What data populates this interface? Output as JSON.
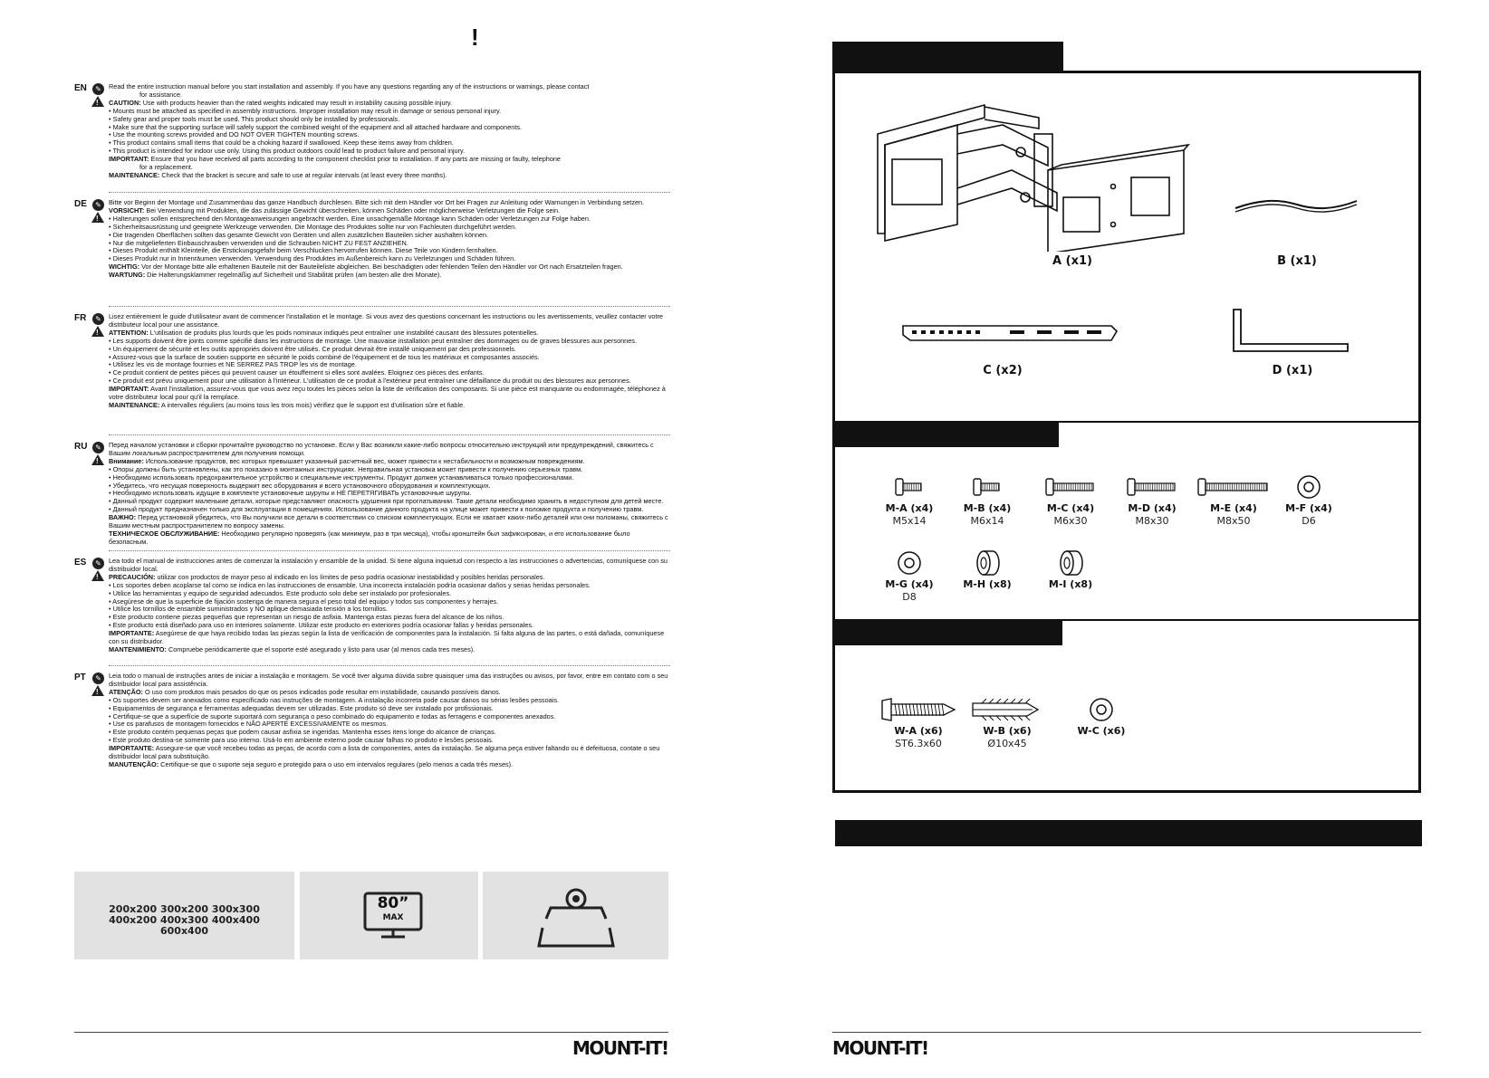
{
  "warnings_title": "!",
  "languages": [
    {
      "code": "EN",
      "paragraphs": [
        {
          "text": "Read the entire instruction manual before you start installation and assembly. If you have any questions regarding any of the instructions or warnings, please contact"
        },
        {
          "text": "for assistance.",
          "indent": true
        },
        {
          "label": "CAUTION:",
          "text": " Use with products heavier than the rated weights indicated may result in instability causing possible injury."
        },
        {
          "text": "• Mounts must be attached as specified in assembly instructions. Improper installation may result in damage or serious personal injury."
        },
        {
          "text": "• Safety gear and proper tools must be used. This product should only be installed by professionals."
        },
        {
          "text": "• Make sure that the supporting surface will safely support the combined weight of the equipment and all attached hardware and components."
        },
        {
          "text": "• Use the mounting screws provided and DO NOT OVER TIGHTEN mounting screws."
        },
        {
          "text": "• This product contains small items that could be a choking hazard if swallowed. Keep these items away from children."
        },
        {
          "text": "• This product is intended for indoor use only. Using this product outdoors could lead to product failure and personal injury."
        },
        {
          "label": "IMPORTANT:",
          "text": " Ensure that you have received all parts according to the component checklist prior to installation. If any parts are missing or faulty, telephone"
        },
        {
          "text": "for a replacement.",
          "indent": true
        },
        {
          "label": "MAINTENANCE:",
          "text": " Check that the bracket is secure and safe to use at regular intervals (at least every three months)."
        }
      ]
    },
    {
      "code": "DE",
      "paragraphs": [
        {
          "text": "Bitte vor Beginn der Montage und Zusammenbau das ganze Handbuch durchlesen. Bitte sich mit dem Händler vor Ort bei Fragen zur Anleitung oder Warnungen in Verbindung setzen."
        },
        {
          "label": "VORSICHT:",
          "text": " Bei Verwendung mit Produkten, die das zulässige Gewicht überschreiten, können Schäden oder möglicherweise Verletzungen die Folge sein."
        },
        {
          "text": "• Halterungen sollen entsprechend den Montageanweisungen angebracht werden. Eine unsachgemäße Montage kann Schäden oder Verletzungen zur Folge haben."
        },
        {
          "text": "• Sicherheitsausrüstung und geeignete Werkzeuge verwenden. Die Montage des Produktes sollte nur von Fachleuten durchgeführt werden."
        },
        {
          "text": "• Die tragenden Oberflächen sollten das gesamte Gewicht von Geräten und allen zusätzlichen Bauteilen sicher aushalten können."
        },
        {
          "text": "• Nur die mitgelieferten Einbauschrauben verwenden und die Schrauben NICHT ZU FEST ANZIEHEN."
        },
        {
          "text": "• Dieses Produkt enthält Kleinteile, die Erstickungsgefahr beim Verschlucken hervorrufen können. Diese Teile von Kindern fernhalten."
        },
        {
          "text": "• Dieses Produkt nur in Innenräumen verwenden. Verwendung des Produktes im Außenbereich kann zu Verletzungen und Schäden führen."
        },
        {
          "label": "WICHTIG:",
          "text": " Vor der Montage bitte alle erhaltenen Bauteile mit der Bauteileliste abgleichen. Bei beschädigten oder fehlenden Teilen den Händler vor Ort nach Ersatzteilen fragen."
        },
        {
          "label": "WARTUNG:",
          "text": " Die Halterungsklammer regelmäßig auf Sicherheit und Stabilität prüfen (am besten alle drei Monate)."
        }
      ]
    },
    {
      "code": "FR",
      "paragraphs": [
        {
          "text": "Lisez entièrement le guide d'utilisateur avant de commencer l'installation et le montage. Si vous avez des questions concernant les instructions ou les avertissements, veuillez contacter votre distributeur local pour une assistance."
        },
        {
          "label": "ATTENTION:",
          "text": " L'utilisation de produits plus lourds que les poids nominaux indiqués peut entraîner une instabilité causant des blessures potentielles."
        },
        {
          "text": "• Les supports doivent être joints comme spécifié dans les instructions de montage. Une mauvaise installation peut entraîner des dommages ou de graves blessures aux personnes."
        },
        {
          "text": "• Un équipement de sécurité et les outils appropriés doivent être utilisés. Ce produit devrait être installé uniquement par des professionnels."
        },
        {
          "text": "• Assurez-vous que la surface de soutien supporte en sécurité le poids combiné de l'équipement et de tous les matériaux et composantes associés."
        },
        {
          "text": "• Utilisez les vis de montage fournies et NE SERREZ PAS TROP les vis de montage."
        },
        {
          "text": "• Ce produit contient de petites pièces qui peuvent causer un étouffement si elles sont avalées. Eloignez ces pièces des enfants."
        },
        {
          "text": "• Ce produit est prévu uniquement pour une utilisation à l'intérieur. L'utilisation de ce produit à l'extérieur peut entraîner une défaillance du produit ou des blessures aux personnes."
        },
        {
          "label": "IMPORTANT:",
          "text": " Avant l'installation, assurez-vous que vous avez reçu toutes les pièces selon la liste de vérification des composants. Si une pièce est manquante ou endommagée, téléphonez à votre distributeur local pour qu'il la remplace."
        },
        {
          "label": "MAINTENANCE:",
          "text": " A intervalles réguliers (au moins tous les trois mois) vérifiez que le support est d'utilisation sûre et fiable."
        }
      ]
    },
    {
      "code": "RU",
      "paragraphs": [
        {
          "text": "Перед началом установки и сборки прочитайте руководство по установке. Если у Вас возникли какие-либо вопросы относительно инструкций или предупреждений, свяжитесь с Вашим локальным распространителем для получения помощи."
        },
        {
          "label": "Внимание:",
          "text": " Использование продуктов, вес которых превышает указанный расчетный вес, может привести к нестабильности и возможным повреждениям."
        },
        {
          "text": "• Опоры должны быть установлены, как это показано в монтажных инструкциях. Неправильная установка может привести к получению серьезных травм."
        },
        {
          "text": "• Необходимо использовать предохранительное устройство и специальные инструменты. Продукт должен устанавливаться только профессионалами."
        },
        {
          "text": "• Убедитесь, что несущая поверхность выдержит вес оборудования и всего установочного оборудования и комплектующих."
        },
        {
          "text": "• Необходимо использовать идущие в комплекте установочные шурупы и НЕ ПЕРЕТЯГИВАТЬ установочные шурупы."
        },
        {
          "text": "• Данный продукт содержит маленькие детали, которые представляют опасность удушения при проглатывании. Такие детали необходимо хранить в недоступном для детей месте."
        },
        {
          "text": "• Данный продукт предназначен только для эксплуатации в помещениях. Использование данного продукта на улице может привести к поломке продукта и получению травм."
        },
        {
          "label": "ВАЖНО:",
          "text": " Перед установкой убедитесь, что Вы получили все детали в соответствии со списком комплектующих. Если не хватает каких-либо деталей или они поломаны, свяжитесь с Вашим местным распространителем по вопросу замены."
        },
        {
          "label": "ТЕХНИЧЕСКОЕ ОБСЛУЖИВАНИЕ:",
          "text": " Необходимо регулярно проверять (как минимум, раз в три месяца), чтобы кронштейн был зафиксирован, и его использование было безопасным."
        }
      ]
    },
    {
      "code": "ES",
      "paragraphs": [
        {
          "text": "Lea todo el manual de instrucciones antes de comenzar la instalación y ensamble de la unidad. Si tiene alguna inquietud con respecto a las instrucciones o advertencias, comuníquese con su distribuidor local."
        },
        {
          "label": "PRECAUCIÓN:",
          "text": " utilizar con productos de mayor peso al indicado en los límites de peso podría ocasionar inestabilidad y posibles heridas personales."
        },
        {
          "text": "• Los soportes deben acoplarse tal como se indica en las instrucciones de ensamble. Una incorrecta instalación podría ocasionar daños y serias heridas personales."
        },
        {
          "text": "• Utilice las herramientas y equipo de seguridad adecuados. Este producto solo debe ser instalado por profesionales."
        },
        {
          "text": "• Asegúrese de que la superficie de fijación sostenga de manera segura el peso total del equipo y todos sus componentes y herrajes."
        },
        {
          "text": "• Utilice los tornillos de ensamble suministrados y NO aplique demasiada tensión a los tornillos."
        },
        {
          "text": "• Este producto contiene piezas pequeñas que representan un riesgo de asfixia. Mantenga estas piezas fuera del alcance de los niños."
        },
        {
          "text": "• Este producto está diseñado para uso en interiores solamente. Utilizar este producto en exteriores podría ocasionar fallas y heridas personales."
        },
        {
          "label": "IMPORTANTE:",
          "text": " Asegúrese de que haya recibido todas las piezas según la lista de verificación de componentes para la instalación. Si falta alguna de las partes, o está dañada, comuníquese con su distribuidor."
        },
        {
          "label": "MANTENIMIENTO:",
          "text": " Compruebe periódicamente que el soporte esté asegurado y listo para usar (al menos cada tres meses)."
        }
      ]
    },
    {
      "code": "PT",
      "paragraphs": [
        {
          "text": "Leia todo o manual de instruções antes de iniciar a instalação e montagem. Se você tiver alguma dúvida sobre quaisquer uma das instruções ou avisos, por favor, entre em contato com o seu distribuidor local para assistência."
        },
        {
          "label": "ATENÇÃO:",
          "text": " O uso com produtos mais pesados do que os pesos indicados pode resultar em instabilidade, causando possíveis danos."
        },
        {
          "text": "• Os suportes devem ser anexados como especificado nas instruções de montagem. A instalação incorreta pode causar danos ou sérias lesões pessoais."
        },
        {
          "text": "• Equipamentos de segurança e ferramentas adequadas devem ser utilizadas. Este produto só deve ser instalado por profissionais."
        },
        {
          "text": "• Certifique-se que a superfície de suporte suportará com segurança o peso combinado do equipamento e todas as ferragens e componentes anexados."
        },
        {
          "text": "• Use os parafusos de montagem fornecidos e NÃO APERTE EXCESSIVAMENTE os mesmos."
        },
        {
          "text": "• Este produto contém pequenas peças que podem causar asfixia se ingeridas. Mantenha esses itens longe do alcance de crianças."
        },
        {
          "text": "• Este produto destina-se somente para uso interno. Usá-lo em ambiente externo pode causar falhas no produto e lesões pessoais."
        },
        {
          "label": "IMPORTANTE:",
          "text": " Assegure-se que você recebeu todas as peças, de acordo com a lista de componentes, antes da instalação. Se alguma peça estiver faltando ou é defeituosa, contate o seu distribuidor local para substituição."
        },
        {
          "label": "MANUTENÇÃO:",
          "text": " Certifique-se que o suporte seja seguro e protegido para o uso em intervalos regulares (pelo menos a cada três meses)."
        }
      ]
    }
  ],
  "specs": {
    "vesa_lines": [
      "200x200 300x200 300x300",
      "400x200 400x300 400x400",
      "600x400"
    ],
    "screen_size": "80”",
    "screen_max": "MAX"
  },
  "logo_text": "MOUNT-IT!",
  "parts": [
    {
      "label": "A (x1)"
    },
    {
      "label": "B (x1)"
    },
    {
      "label": "C (x2)"
    },
    {
      "label": "D (x1)"
    }
  ],
  "monitor_hardware": [
    {
      "label": "M-A (x4)",
      "size": "M5x14",
      "kind": "bolt",
      "length": 10
    },
    {
      "label": "M-B (x4)",
      "size": "M6x14",
      "kind": "bolt",
      "length": 10
    },
    {
      "label": "M-C (x4)",
      "size": "M6x30",
      "kind": "bolt",
      "length": 22
    },
    {
      "label": "M-D (x4)",
      "size": "M8x30",
      "kind": "bolt",
      "length": 22
    },
    {
      "label": "M-E (x4)",
      "size": "M8x50",
      "kind": "bolt",
      "length": 34
    },
    {
      "label": "M-F (x4)",
      "size": "D6",
      "kind": "washer"
    },
    {
      "label": "M-G (x4)",
      "size": "D8",
      "kind": "washer"
    },
    {
      "label": "M-H (x8)",
      "size": "",
      "kind": "spacer"
    },
    {
      "label": "M-I (x8)",
      "size": "",
      "kind": "spacer"
    }
  ],
  "wall_hardware": [
    {
      "label": "W-A (x6)",
      "size": "ST6.3x60",
      "kind": "lag"
    },
    {
      "label": "W-B (x6)",
      "size": "Ø10x45",
      "kind": "anchor"
    },
    {
      "label": "W-C (x6)",
      "size": "",
      "kind": "washer"
    }
  ]
}
